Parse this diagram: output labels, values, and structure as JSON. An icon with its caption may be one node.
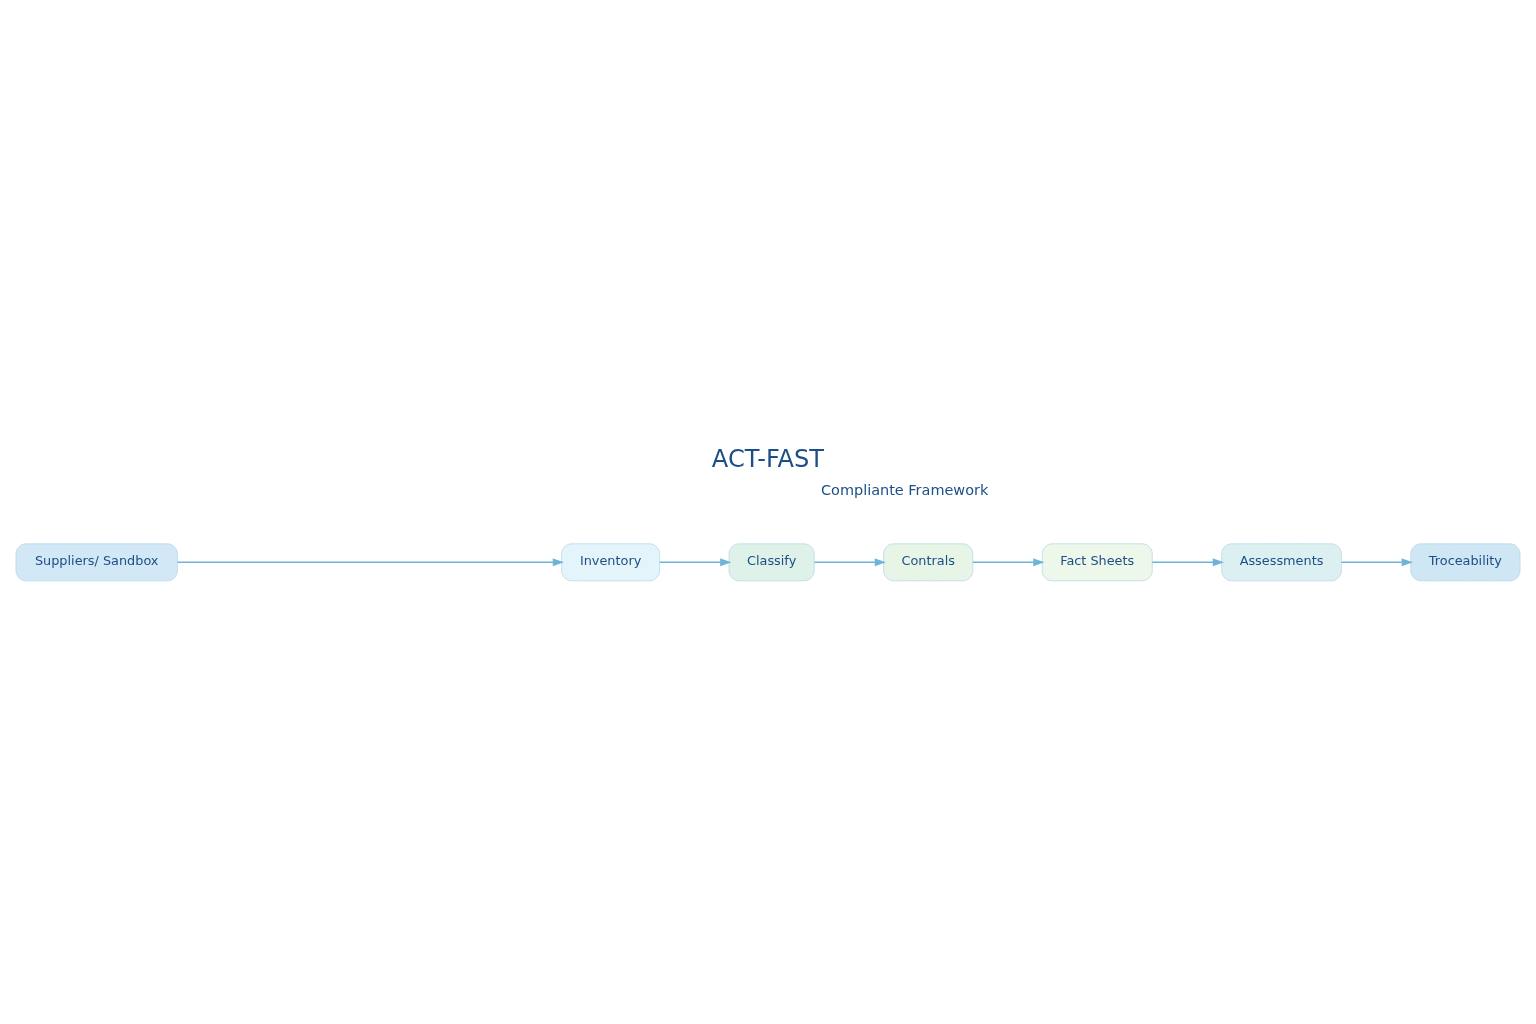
{
  "diagram": {
    "title": "ACT-FAST",
    "nodes": [
      {
        "text": [
          "Inventory"
        ]
      },
      {
        "text": [
          "Classify"
        ]
      },
      {
        "text": [
          "Contrals"
        ]
      },
      {
        "text": [
          "Fact Sheets"
        ]
      },
      {
        "text": [
          "Assessments"
        ]
      },
      {
        "text": [
          "Troceability"
        ]
      },
      {
        "text": [
          "Suppliers/ Sandbox"
        ]
      }
    ],
    "edges": [
      {
        "from": 6,
        "to": 0,
        "arrow": "to"
      },
      {
        "from": 0,
        "to": 1,
        "arrow": "to"
      },
      {
        "from": 1,
        "to": 2,
        "arrow": "to"
      },
      {
        "from": 2,
        "to": 3,
        "arrow": "to"
      },
      {
        "from": 3,
        "to": 4,
        "arrow": "to"
      },
      {
        "from": 4,
        "to": 5,
        "arrow": "to"
      }
    ],
    "labels": [
      "Compliante Framework"
    ]
  }
}
